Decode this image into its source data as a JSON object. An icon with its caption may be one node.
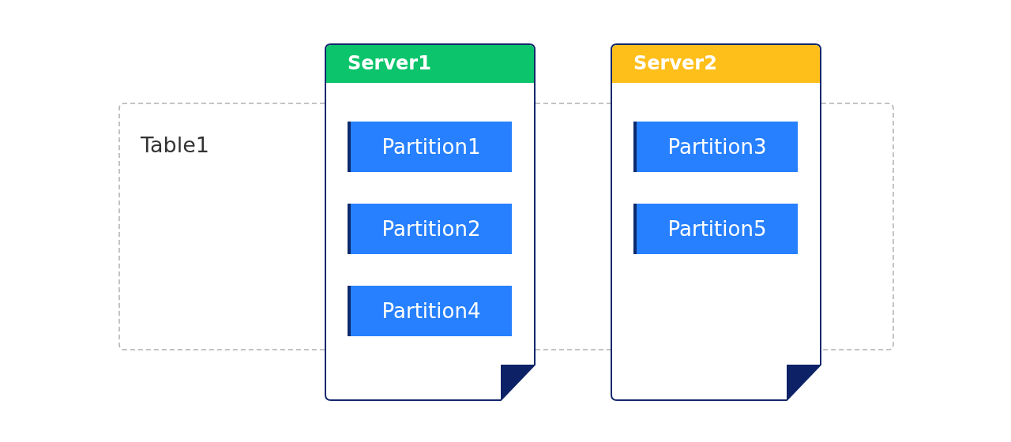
{
  "diagram": {
    "nodes": [
      {
        "text": [
          "Table1"
        ]
      },
      {
        "text": [
          "Server1"
        ]
      },
      {
        "text": [
          "Partition1"
        ]
      },
      {
        "text": [
          "Partition2"
        ]
      },
      {
        "text": [
          "Partition4"
        ]
      },
      {
        "text": [
          "Server2"
        ]
      },
      {
        "text": [
          "Partition3"
        ]
      },
      {
        "text": [
          "Partition5"
        ]
      }
    ]
  }
}
